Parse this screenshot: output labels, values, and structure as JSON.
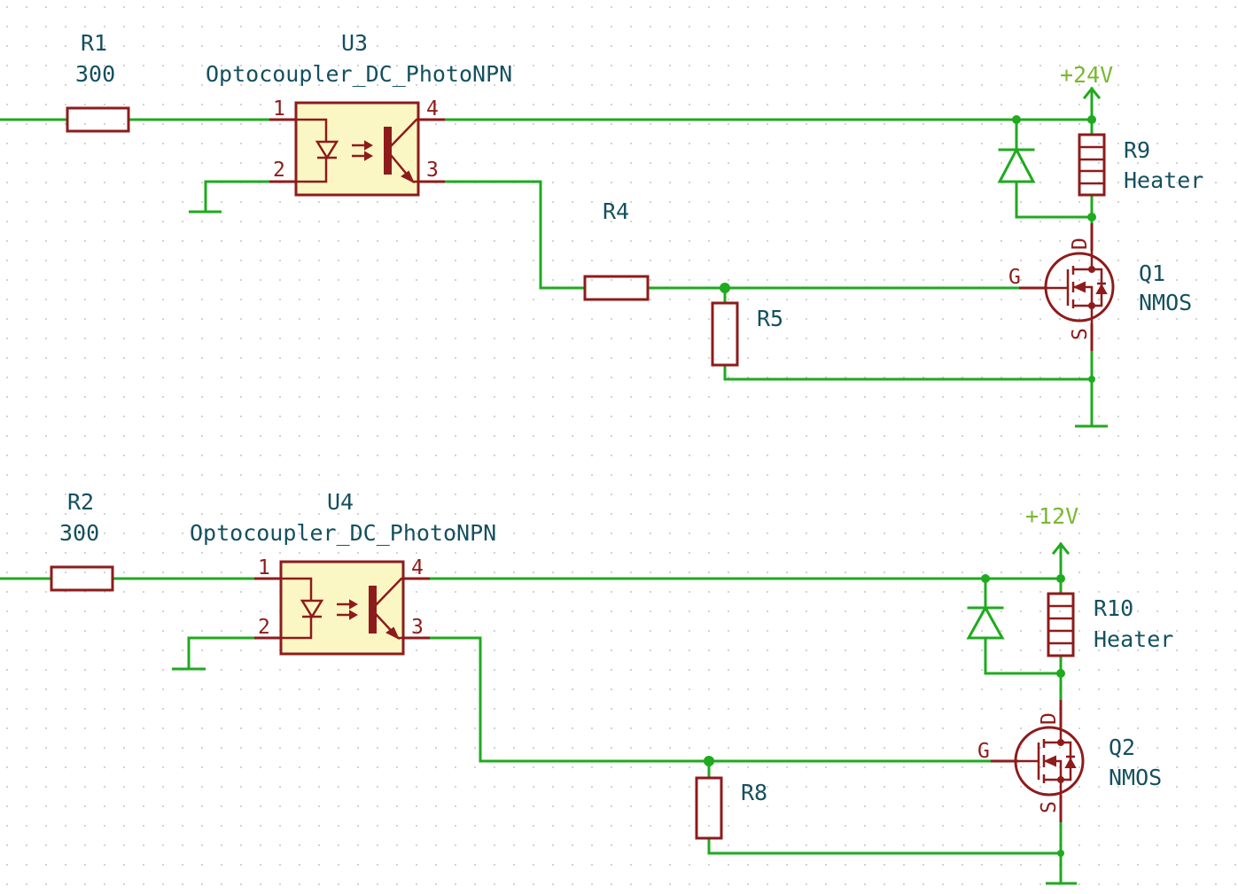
{
  "circuits": [
    {
      "input_resistor": {
        "ref": "R1",
        "value": "300"
      },
      "optocoupler": {
        "ref": "U3",
        "value": "Optocoupler_DC_PhotoNPN",
        "pins": [
          "1",
          "2",
          "3",
          "4"
        ]
      },
      "gate_resistor": {
        "ref": "R4"
      },
      "pulldown_resistor": {
        "ref": "R5"
      },
      "load": {
        "ref": "R9",
        "value": "Heater"
      },
      "mosfet": {
        "ref": "Q1",
        "value": "NMOS",
        "pins": {
          "gate": "G",
          "drain": "D",
          "source": "S"
        }
      },
      "supply": "+24V"
    },
    {
      "input_resistor": {
        "ref": "R2",
        "value": "300"
      },
      "optocoupler": {
        "ref": "U4",
        "value": "Optocoupler_DC_PhotoNPN",
        "pins": [
          "1",
          "2",
          "3",
          "4"
        ]
      },
      "gate_resistor": null,
      "pulldown_resistor": {
        "ref": "R8"
      },
      "load": {
        "ref": "R10",
        "value": "Heater"
      },
      "mosfet": {
        "ref": "Q2",
        "value": "NMOS",
        "pins": {
          "gate": "G",
          "drain": "D",
          "source": "S"
        }
      },
      "supply": "+12V"
    }
  ],
  "colors": {
    "wire": "#1faa1f",
    "component": "#8e1b1b",
    "component_fill": "#fbf7c4",
    "label": "#14505f",
    "power_label": "#7ab733",
    "grid_dot": "#c4c4c4"
  }
}
